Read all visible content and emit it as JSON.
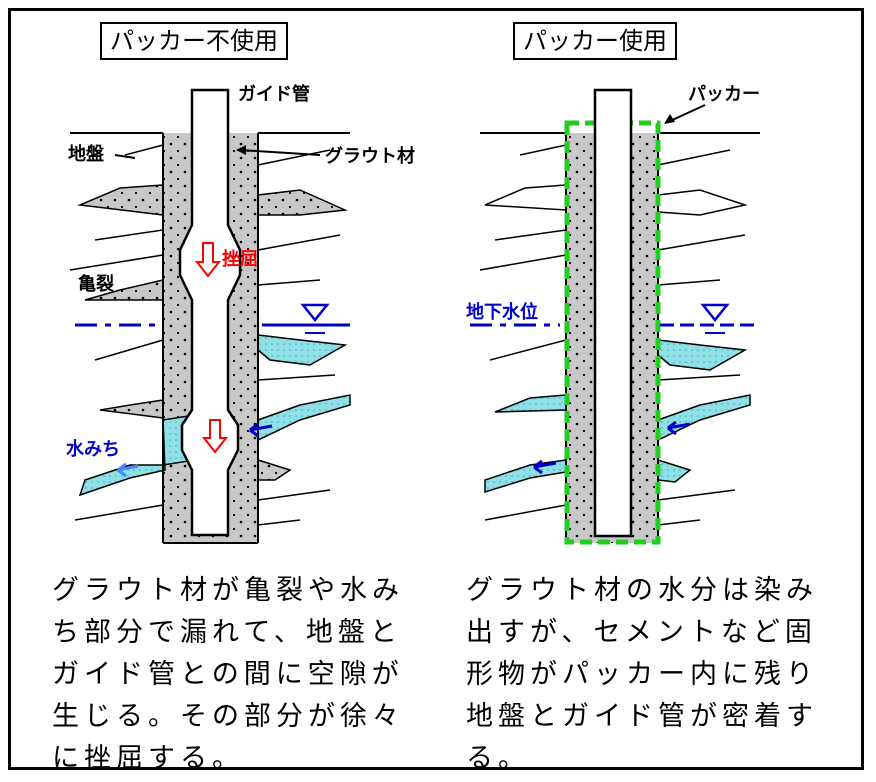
{
  "left_panel": {
    "title": "パッカー不使用",
    "label_guide_pipe": "ガイド管",
    "label_ground": "地盤",
    "label_grout": "グラウト材",
    "label_buckling": "挫屈",
    "label_crack": "亀裂",
    "label_water_path": "水みち",
    "caption": "グラウト材が亀裂や水みち部分で漏れて、地盤とガイド管との間に空隙が生じる。その部分が徐々に挫屈する。"
  },
  "right_panel": {
    "title": "パッカー使用",
    "label_packer": "パッカー",
    "label_groundwater": "地下水位",
    "caption": "グラウト材の水分は染み出すが、セメントなど固形物がパッカー内に残り地盤とガイド管が密着する。"
  },
  "colors": {
    "grout": "#c8c8c8",
    "water": "#8fe0e6",
    "packer": "#22cc22",
    "arrow_red": "#ff0000",
    "label_red": "#ff0000",
    "label_blue": "#0000cc",
    "water_level": "#0000cc"
  }
}
